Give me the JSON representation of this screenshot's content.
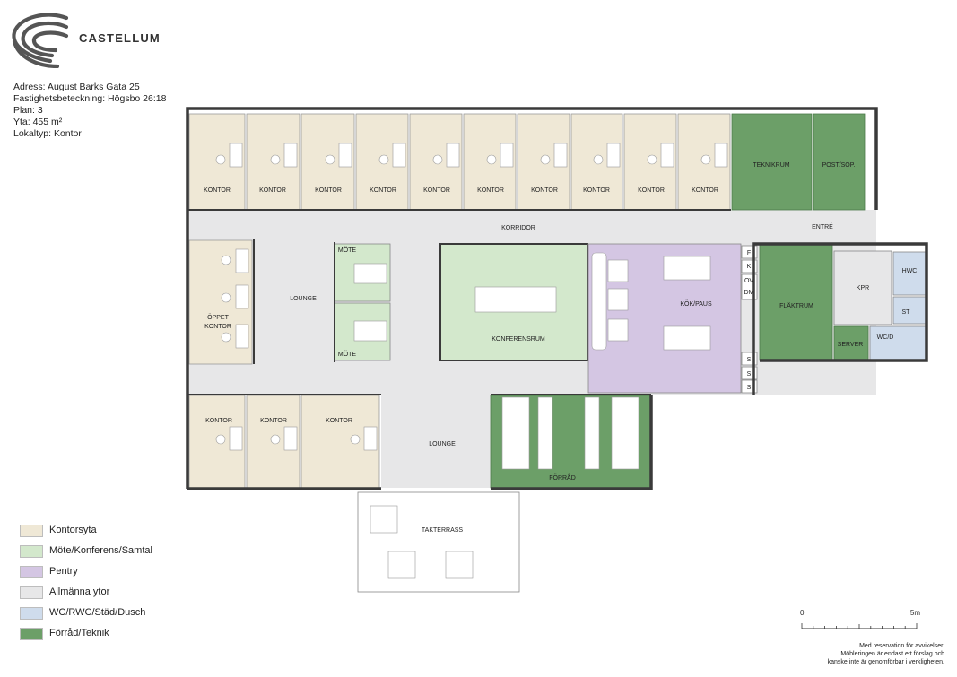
{
  "brand": {
    "name": "CASTELLUM"
  },
  "property": {
    "address": "Adress: August Barks Gata 25",
    "designation": "Fastighetsbeteckning: Högsbo 26:18",
    "floor": "Plan: 3",
    "area": "Yta: 455 m²",
    "premises_type": "Lokaltyp: Kontor"
  },
  "colors": {
    "office": "#efe8d6",
    "meeting": "#d3e8cc",
    "pantry": "#d4c6e3",
    "common": "#e7e7e8",
    "wc": "#cfdcec",
    "storage": "#6c9f68",
    "wall": "#3a3a3a"
  },
  "rooms": {
    "kontor_top": [
      "KONTOR",
      "KONTOR",
      "KONTOR",
      "KONTOR",
      "KONTOR",
      "KONTOR",
      "KONTOR",
      "KONTOR",
      "KONTOR",
      "KONTOR"
    ],
    "kontor_bottom": [
      "KONTOR",
      "KONTOR",
      "KONTOR"
    ],
    "teknikrum": "TEKNIKRUM",
    "post": "POST/SOP.",
    "korridor": "KORRIDOR",
    "entre": "ENTRÉ",
    "lounge_1": "LOUNGE",
    "lounge_2": "LOUNGE",
    "oppet_kontor": [
      "ÖPPET",
      "KONTOR"
    ],
    "mote_1": "MÖTE",
    "mote_2": "MÖTE",
    "konferensrum": "KONFERENSRUM",
    "kok_paus": "KÖK/PAUS",
    "disk": "DM",
    "ov": "OV",
    "fridge": "F",
    "kyl": "K",
    "storage_s": [
      "S",
      "S",
      "S"
    ],
    "flaktrum": "FLÄKTRUM",
    "kpr": "KPR",
    "hwc": "HWC",
    "st": "ST",
    "wcd": "WC/D",
    "server": "SERVER",
    "forrad": "FÖRRÅD",
    "takterrass": "TAKTERRASS"
  },
  "legend": [
    {
      "label": "Kontorsyta",
      "color": "#efe8d6"
    },
    {
      "label": "Möte/Konferens/Samtal",
      "color": "#d3e8cc"
    },
    {
      "label": "Pentry",
      "color": "#d4c6e3"
    },
    {
      "label": "Allmänna ytor",
      "color": "#e7e7e8"
    },
    {
      "label": "WC/RWC/Städ/Dusch",
      "color": "#cfdcec"
    },
    {
      "label": "Förråd/Teknik",
      "color": "#6c9f68"
    }
  ],
  "scale": {
    "start": "0",
    "end": "5m"
  },
  "disclaimer": [
    "Med reservation för avvikelser.",
    "Möbleringen är endast ett förslag och",
    "kanske inte är genomförbar i verkligheten."
  ]
}
